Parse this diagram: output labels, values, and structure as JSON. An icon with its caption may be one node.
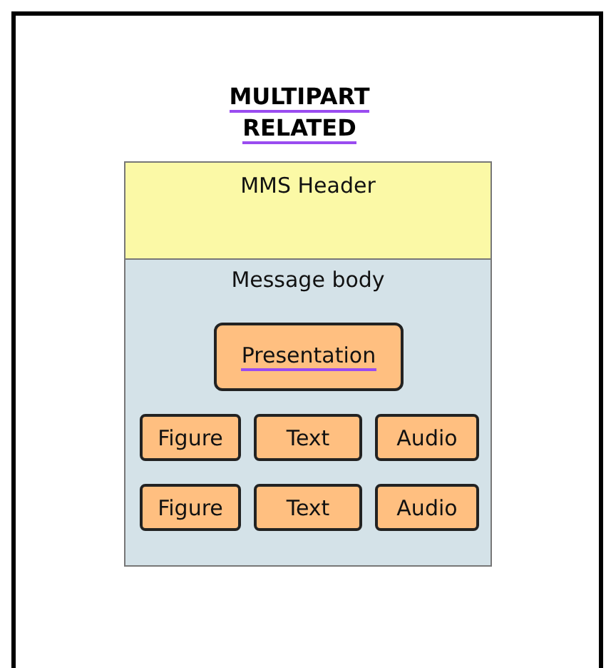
{
  "diagram": {
    "title": "MULTIPART RELATED",
    "nodes": [
      {
        "text": [
          "MMS Header"
        ]
      },
      {
        "text": [
          "Message body"
        ]
      },
      {
        "text": [
          "Presentation"
        ],
        "in": 1
      },
      {
        "text": [
          "Figure"
        ],
        "in": 1
      },
      {
        "text": [
          "Text"
        ],
        "in": 1
      },
      {
        "text": [
          "Audio"
        ],
        "in": 1
      },
      {
        "text": [
          "Figure"
        ],
        "in": 1
      },
      {
        "text": [
          "Text"
        ],
        "in": 1
      },
      {
        "text": [
          "Audio"
        ],
        "in": 1
      }
    ]
  }
}
